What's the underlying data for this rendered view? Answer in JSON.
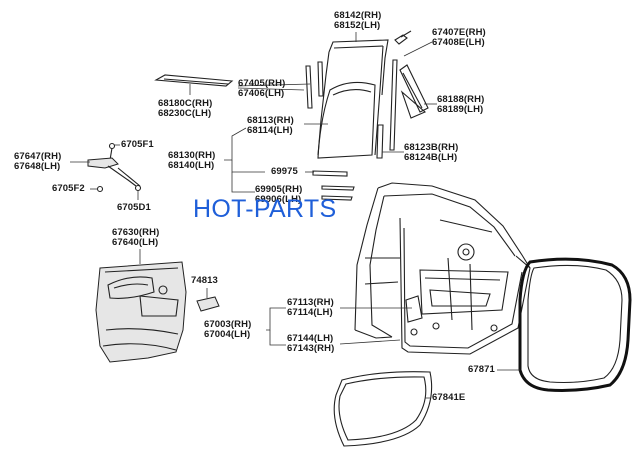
{
  "watermark": "HOT-PARTS",
  "labels": {
    "p68142": "68142(RH)",
    "p68152": "68152(LH)",
    "p67407e": "67407E(RH)",
    "p67408e": "67408E(LH)",
    "p67405": "67405(RH)",
    "p67406": "67406(LH)",
    "p68180c": "68180C(RH)",
    "p68230c": "68230C(LH)",
    "p68188": "68188(RH)",
    "p68189": "68189(LH)",
    "p68113": "68113(RH)",
    "p68114": "68114(LH)",
    "p68130": "68130(RH)",
    "p68140": "68140(LH)",
    "p68123b": "68123B(RH)",
    "p68124b": "68124B(LH)",
    "p6705f1": "6705F1",
    "p67647": "67647(RH)",
    "p67648": "67648(LH)",
    "p69975": "69975",
    "p69905": "69905(RH)",
    "p69906": "69906(LH)",
    "p6705f2": "6705F2",
    "p6705d1": "6705D1",
    "p67630": "67630(RH)",
    "p67640": "67640(LH)",
    "p74813": "74813",
    "p67113": "67113(RH)",
    "p67114": "67114(LH)",
    "p67003": "67003(RH)",
    "p67004": "67004(LH)",
    "p67144": "67144(LH)",
    "p67143": "67143(RH)",
    "p67871": "67871",
    "p67841e": "67841E"
  }
}
